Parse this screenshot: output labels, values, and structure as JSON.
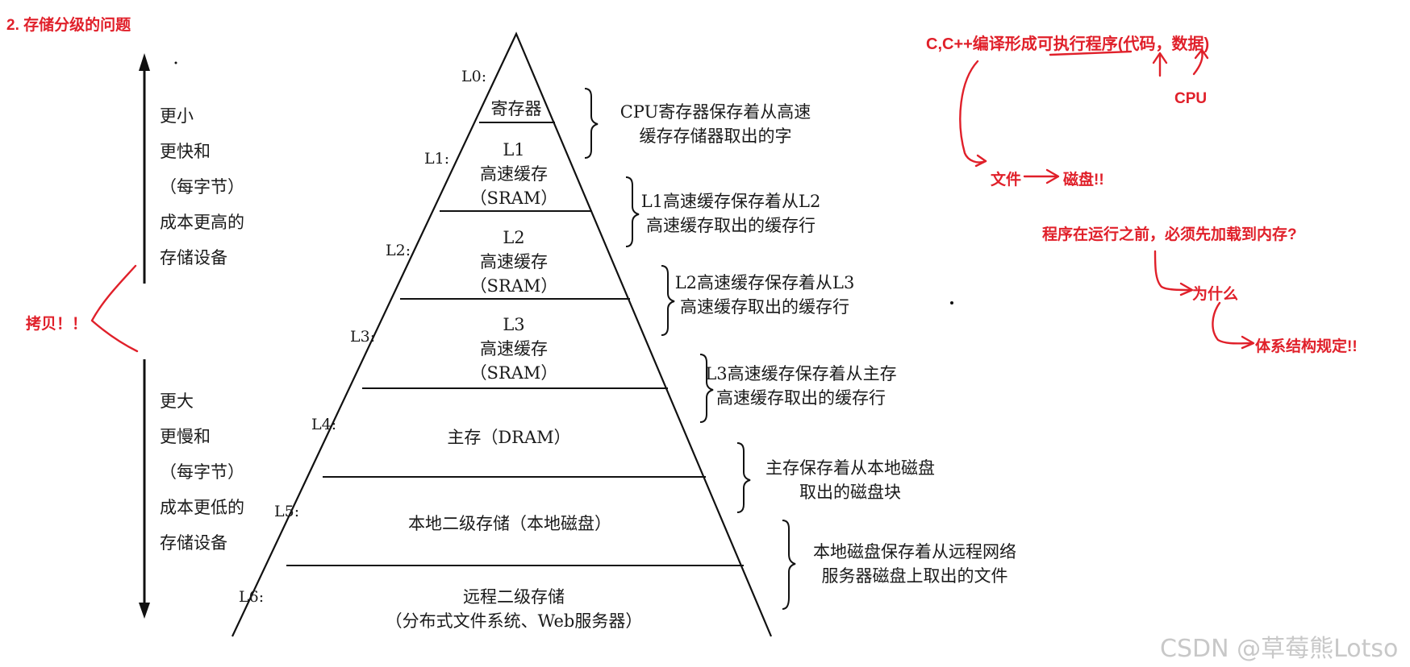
{
  "section_title": "2. 存储分级的问题",
  "levels": [
    {
      "id": "L0:",
      "tier": [
        "寄存器"
      ],
      "desc": [
        "CPU寄存器保存着从高速",
        "缓存存储器取出的字"
      ]
    },
    {
      "id": "L1:",
      "tier": [
        "L1",
        "高速缓存",
        "（SRAM）"
      ],
      "desc": [
        "L1高速缓存保存着从L2",
        "高速缓存取出的缓存行"
      ]
    },
    {
      "id": "L2:",
      "tier": [
        "L2",
        "高速缓存",
        "（SRAM）"
      ],
      "desc": [
        "L2高速缓存保存着从L3",
        "高速缓存取出的缓存行"
      ]
    },
    {
      "id": "L3:",
      "tier": [
        "L3",
        "高速缓存",
        "（SRAM）"
      ],
      "desc": [
        "L3高速缓存保存着从主存",
        "高速缓存取出的缓存行"
      ]
    },
    {
      "id": "L4:",
      "tier": [
        "主存（DRAM）"
      ],
      "desc": [
        "主存保存着从本地磁盘",
        "取出的磁盘块"
      ]
    },
    {
      "id": "L5:",
      "tier": [
        "本地二级存储（本地磁盘）"
      ],
      "desc": [
        "本地磁盘保存着从远程网络",
        "服务器磁盘上取出的文件"
      ]
    },
    {
      "id": "L6:",
      "tier": [
        "远程二级存储",
        "（分布式文件系统、Web服务器）"
      ],
      "desc": []
    }
  ],
  "left_top": [
    "更小",
    "更快和",
    "（每字节）",
    "成本更高的",
    "存储设备"
  ],
  "left_bottom": [
    "更大",
    "更慢和",
    "（每字节）",
    "成本更低的",
    "存储设备"
  ],
  "annotations": {
    "copy": "拷贝！！",
    "compile": "C,C++编译形成可执行程序(代码，数据)",
    "cpu": "CPU",
    "file": "文件",
    "disk": "磁盘!!",
    "question": "程序在运行之前，必须先加载到内存?",
    "why": "为什么",
    "arch": "体系结构规定!!",
    "accent_color": "#e0202a"
  },
  "watermark": "CSDN @草莓熊Lotso"
}
